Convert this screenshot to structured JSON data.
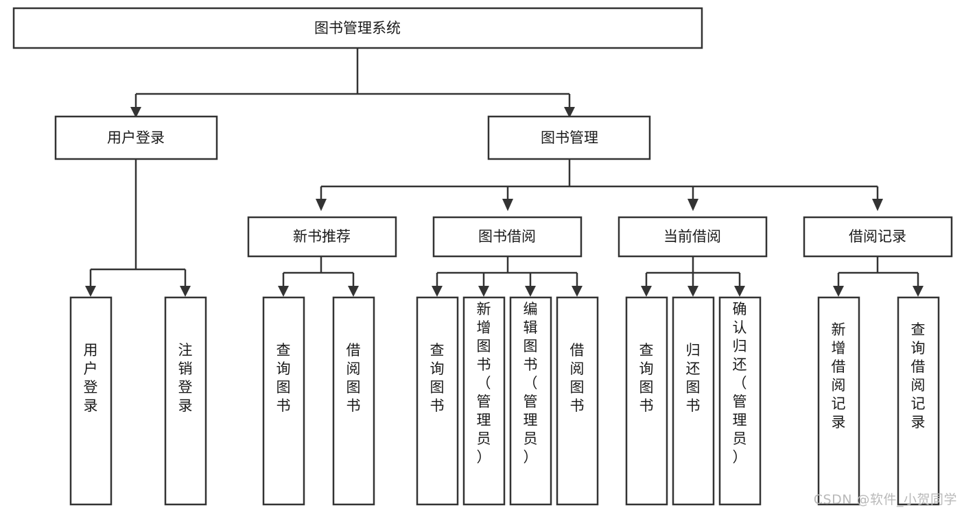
{
  "diagram": {
    "type": "tree-hierarchy-chart",
    "title": "图书管理系统",
    "watermark": "CSDN @软件_小贺同学",
    "colors": {
      "stroke": "#333333",
      "fill": "#ffffff",
      "text": "#1a1a1a",
      "watermark": "#b9b9b9"
    },
    "nodes": {
      "root": {
        "label": "图书管理系统",
        "orientation": "horizontal"
      },
      "level2": [
        {
          "id": "user-login",
          "label": "用户登录",
          "orientation": "horizontal"
        },
        {
          "id": "book-management",
          "label": "图书管理",
          "orientation": "horizontal"
        }
      ],
      "level3": [
        {
          "id": "new-book-recommend",
          "label": "新书推荐",
          "orientation": "horizontal"
        },
        {
          "id": "book-borrow",
          "label": "图书借阅",
          "orientation": "horizontal"
        },
        {
          "id": "current-borrow",
          "label": "当前借阅",
          "orientation": "horizontal"
        },
        {
          "id": "borrow-record",
          "label": "借阅记录",
          "orientation": "horizontal"
        }
      ],
      "leaves": [
        {
          "id": "leaf-user-login",
          "label": "用户登录",
          "parent": "user-login",
          "orientation": "vertical"
        },
        {
          "id": "leaf-user-logout",
          "label": "注销登录",
          "parent": "user-login",
          "orientation": "vertical"
        },
        {
          "id": "leaf-query-book-1",
          "label": "查询图书",
          "parent": "new-book-recommend",
          "orientation": "vertical"
        },
        {
          "id": "leaf-borrow-book-1",
          "label": "借阅图书",
          "parent": "new-book-recommend",
          "orientation": "vertical"
        },
        {
          "id": "leaf-query-book-2",
          "label": "查询图书",
          "parent": "book-borrow",
          "orientation": "vertical"
        },
        {
          "id": "leaf-add-book",
          "label": "新增图书（管理员）",
          "parent": "book-borrow",
          "orientation": "vertical"
        },
        {
          "id": "leaf-edit-book",
          "label": "编辑图书（管理员）",
          "parent": "book-borrow",
          "orientation": "vertical"
        },
        {
          "id": "leaf-borrow-book-2",
          "label": "借阅图书",
          "parent": "book-borrow",
          "orientation": "vertical"
        },
        {
          "id": "leaf-query-book-3",
          "label": "查询图书",
          "parent": "current-borrow",
          "orientation": "vertical"
        },
        {
          "id": "leaf-return-book",
          "label": "归还图书",
          "parent": "current-borrow",
          "orientation": "vertical"
        },
        {
          "id": "leaf-confirm-return",
          "label": "确认归还（管理员）",
          "parent": "current-borrow",
          "orientation": "vertical"
        },
        {
          "id": "leaf-add-record",
          "label": "新增借阅记录",
          "parent": "borrow-record",
          "orientation": "vertical"
        },
        {
          "id": "leaf-query-record",
          "label": "查询借阅记录",
          "parent": "borrow-record",
          "orientation": "vertical"
        }
      ]
    }
  }
}
